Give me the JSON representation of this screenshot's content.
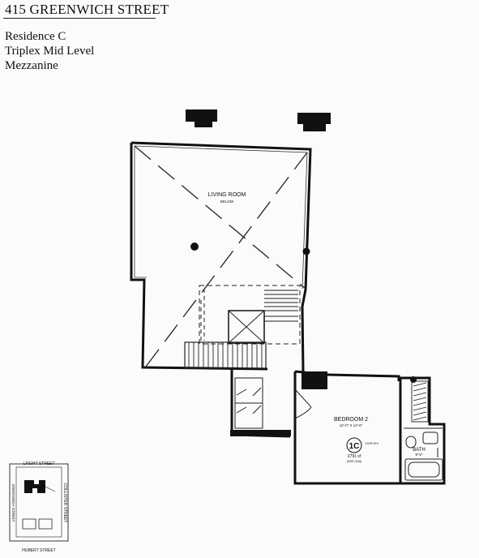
{
  "header": {
    "title": "415 GREENWICH STREET",
    "lines": [
      "Residence C",
      "Triplex Mid Level",
      "Mezzanine"
    ]
  },
  "rooms": {
    "living": {
      "name": "LIVING ROOM",
      "note": "BELOW"
    },
    "bedroom": {
      "name": "BEDROOM 2",
      "dims": "12'-0\" X 14'-6\""
    },
    "bath": {
      "name": "BATH",
      "dims": "8'-5\""
    }
  },
  "area_badge": {
    "code": "1C",
    "sub": "DUPLEX",
    "sqft": "2791 sf",
    "extra": "(W/E-418)"
  },
  "key_map": {
    "streets": {
      "north": "LAIGHT STREET",
      "west": "GREENWICH STREET",
      "east": "COLLISTER STREET",
      "south": "HUBERT STREET"
    }
  },
  "colors": {
    "ink": "#111111",
    "paper": "#fbfbf9"
  }
}
